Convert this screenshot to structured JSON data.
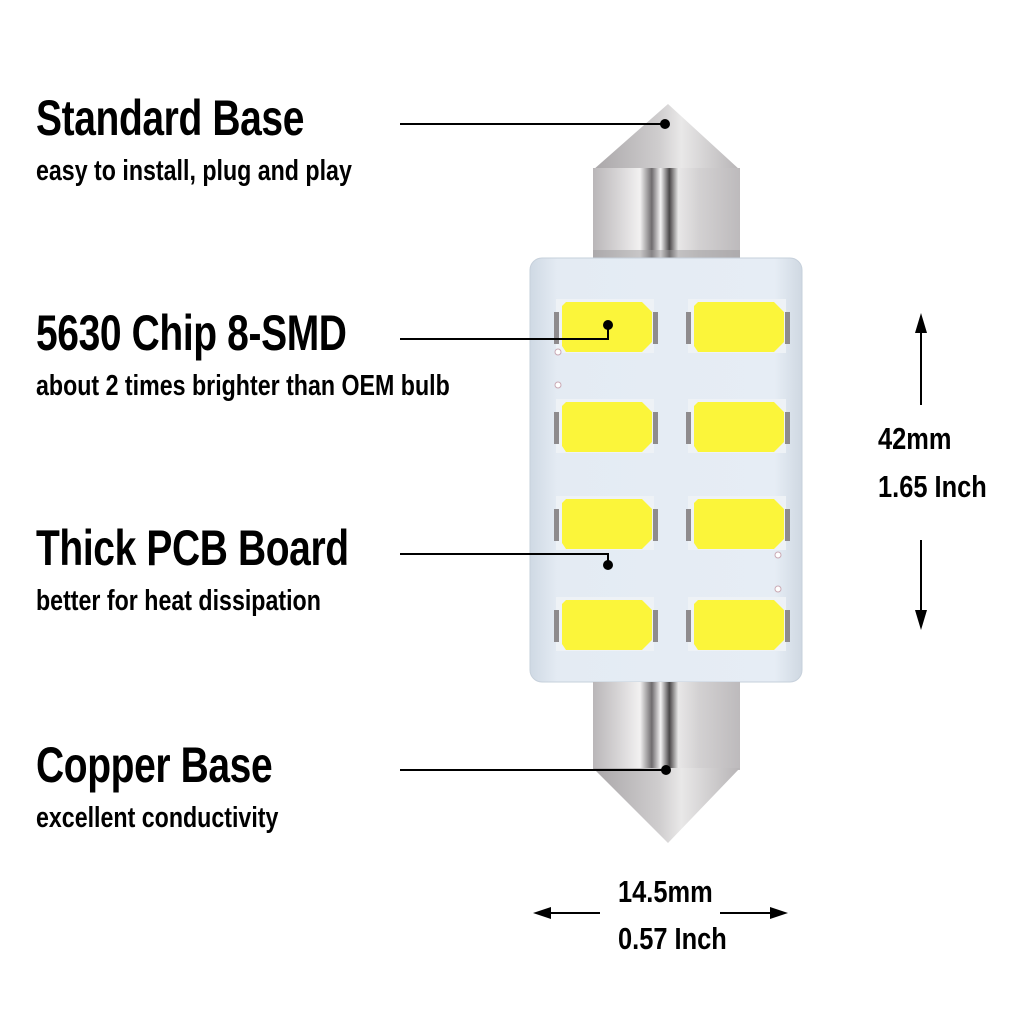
{
  "features": [
    {
      "title": "Standard Base",
      "description": "easy to install, plug and play"
    },
    {
      "title": "5630 Chip 8-SMD",
      "description": "about 2 times brighter than OEM bulb"
    },
    {
      "title": "Thick PCB Board",
      "description": "better for heat dissipation"
    },
    {
      "title": "Copper Base",
      "description": "excellent conductivity"
    }
  ],
  "dimensions": {
    "length": {
      "metric": "42mm",
      "imperial": "1.65 Inch"
    },
    "width": {
      "metric": "14.5mm",
      "imperial": "0.57 Inch"
    }
  },
  "product": {
    "led_count": 8,
    "colors": {
      "led": "#fbf53a",
      "pcb": "#dde6f0",
      "metal": "#c9c6c8",
      "line": "#000000"
    }
  }
}
